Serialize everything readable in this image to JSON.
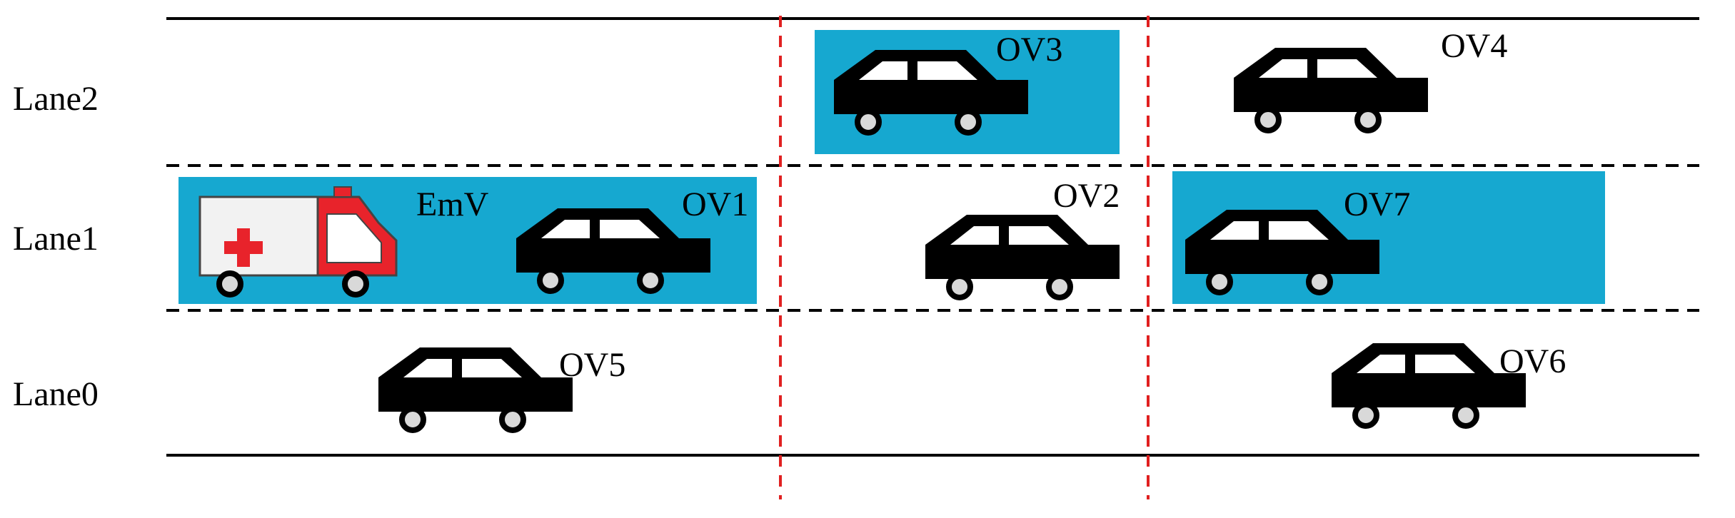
{
  "lanes": [
    {
      "label": "Lane2"
    },
    {
      "label": "Lane1"
    },
    {
      "label": "Lane0"
    }
  ],
  "vehicles": {
    "EmV": {
      "label": "EmV",
      "type": "ambulance"
    },
    "OV1": {
      "label": "OV1",
      "type": "car"
    },
    "OV2": {
      "label": "OV2",
      "type": "car"
    },
    "OV3": {
      "label": "OV3",
      "type": "car"
    },
    "OV4": {
      "label": "OV4",
      "type": "car"
    },
    "OV5": {
      "label": "OV5",
      "type": "car"
    },
    "OV6": {
      "label": "OV6",
      "type": "car"
    },
    "OV7": {
      "label": "OV7",
      "type": "car"
    }
  },
  "highlight_color": "#16A8D0",
  "separator_color": "#E02020",
  "ambulance_colors": {
    "body": "#F2F2F2",
    "cab": "#E8232B",
    "cross": "#E8232B"
  },
  "car_color": "#000000",
  "wheel_color": "#D9D9D9",
  "icons": [
    "ambulance-icon",
    "car-icon"
  ]
}
